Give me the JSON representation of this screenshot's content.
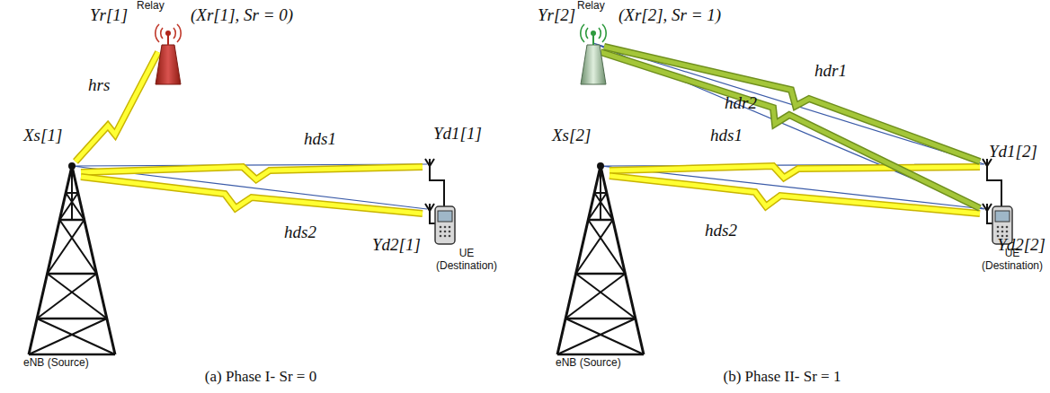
{
  "diagram": {
    "labels": [
      "Yr[1]",
      "Relay",
      "(Xr[1], Sr = 0)",
      "hrs",
      "Xs[1]",
      "hds1",
      "hds2",
      "Yd1[1]",
      "Yd2[1]",
      "eNB (Source)",
      "UE (Destination)",
      "(a) Phase I- Sr = 0",
      "Relay",
      "Yr[2]",
      "(Xr[2], Sr = 1)",
      "hdr2",
      "hdr1",
      "Xs[2]",
      "hds1",
      "hds2",
      "Yd1[2]",
      "Yd2[2]",
      "eNB (Source)",
      "UE (Destination)",
      "(b) Phase II- Sr = 1"
    ]
  }
}
